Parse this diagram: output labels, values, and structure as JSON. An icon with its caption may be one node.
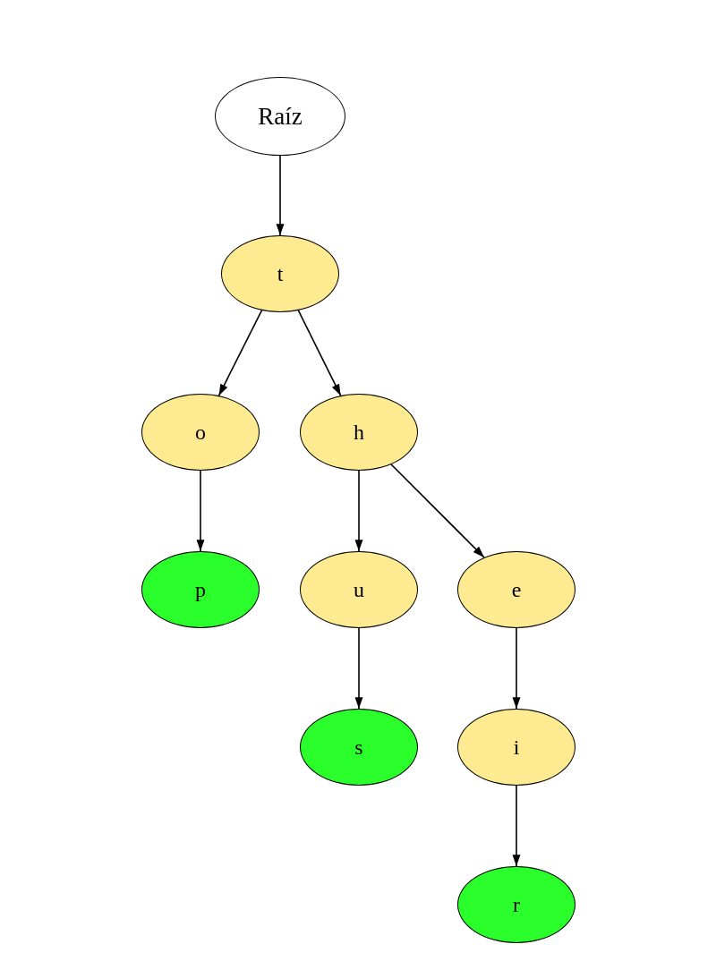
{
  "diagram": {
    "nodes": [
      {
        "text": [
          "Raíz"
        ]
      },
      {
        "text": [
          "t"
        ]
      },
      {
        "text": [
          "o"
        ]
      },
      {
        "text": [
          "h"
        ]
      },
      {
        "text": [
          "p"
        ]
      },
      {
        "text": [
          "u"
        ]
      },
      {
        "text": [
          "e"
        ]
      },
      {
        "text": [
          "s"
        ]
      },
      {
        "text": [
          "i"
        ]
      },
      {
        "text": [
          "r"
        ]
      }
    ],
    "edges": [
      {
        "from": 0,
        "to": 1,
        "arrow": "to"
      },
      {
        "from": 1,
        "to": 2,
        "arrow": "to"
      },
      {
        "from": 1,
        "to": 3,
        "arrow": "to"
      },
      {
        "from": 2,
        "to": 4,
        "arrow": "to"
      },
      {
        "from": 3,
        "to": 5,
        "arrow": "to"
      },
      {
        "from": 3,
        "to": 6,
        "arrow": "to"
      },
      {
        "from": 5,
        "to": 7,
        "arrow": "to"
      },
      {
        "from": 6,
        "to": 8,
        "arrow": "to"
      },
      {
        "from": 8,
        "to": 9,
        "arrow": "to"
      }
    ]
  }
}
